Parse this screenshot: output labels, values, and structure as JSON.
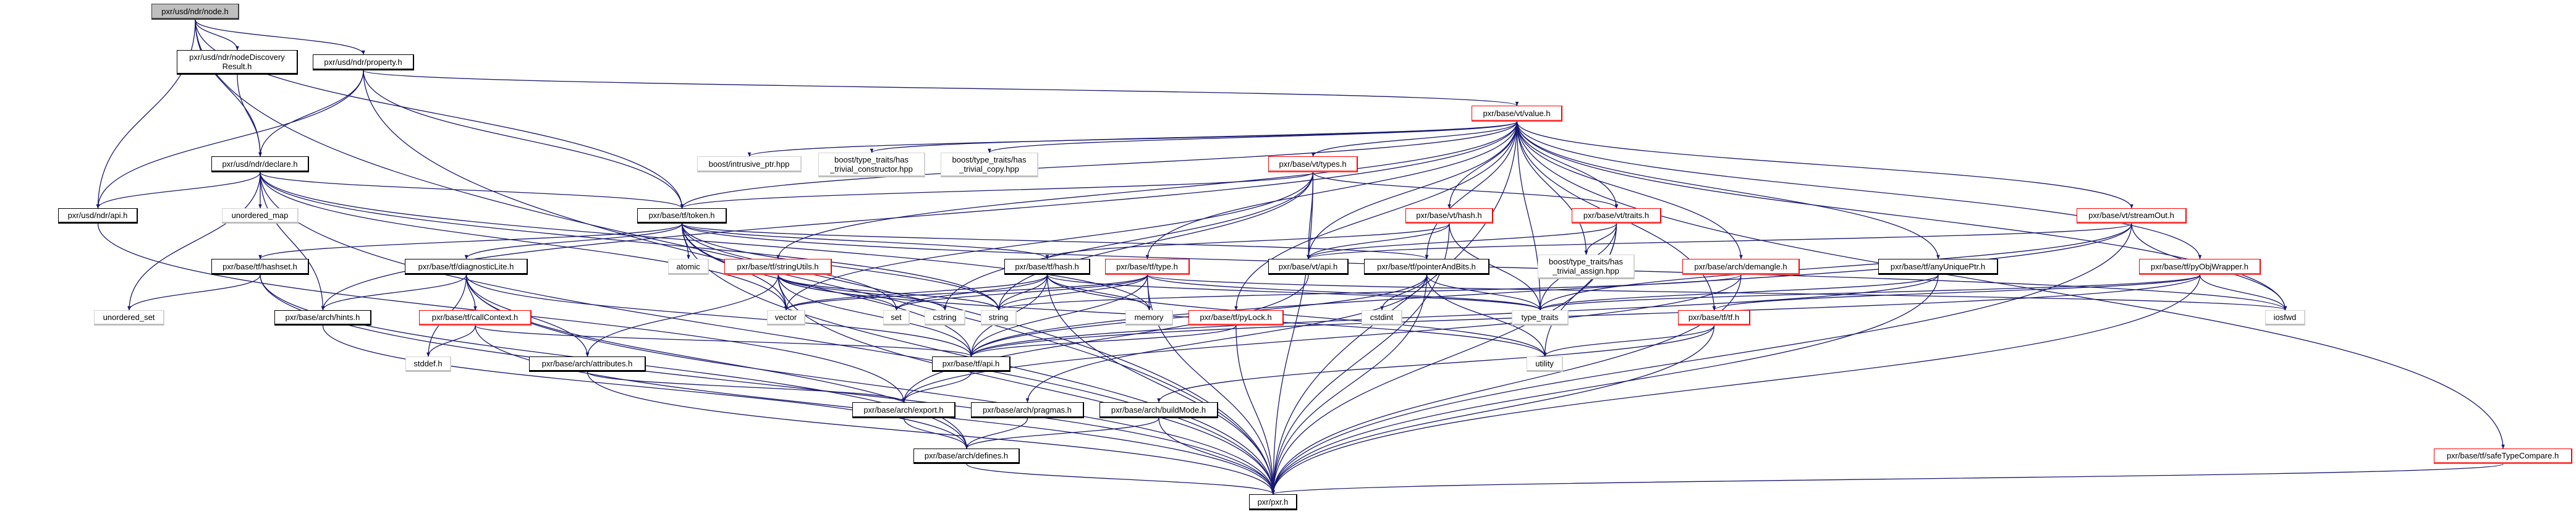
{
  "graph": {
    "title": "pxr/usd/ndr/node.h",
    "edge_color": "#191970",
    "nodes": {
      "node": {
        "label": "pxr/usd/ndr/node.h",
        "style": "root"
      },
      "ndr_disc": {
        "label": "pxr/usd/ndr/nodeDiscovery\nResult.h",
        "style": "normal"
      },
      "property": {
        "label": "pxr/usd/ndr/property.h",
        "style": "normal"
      },
      "declare": {
        "label": "pxr/usd/ndr/declare.h",
        "style": "normal"
      },
      "ndr_api": {
        "label": "pxr/usd/ndr/api.h",
        "style": "normal"
      },
      "unordered_map": {
        "label": "unordered_map",
        "style": "system"
      },
      "token": {
        "label": "pxr/base/tf/token.h",
        "style": "normal"
      },
      "intrusive": {
        "label": "boost/intrusive_ptr.hpp",
        "style": "system"
      },
      "has_ctor": {
        "label": "boost/type_traits/has\n_trivial_constructor.hpp",
        "style": "system"
      },
      "has_copy": {
        "label": "boost/type_traits/has\n_trivial_copy.hpp",
        "style": "system"
      },
      "value": {
        "label": "pxr/base/vt/value.h",
        "style": "truncated"
      },
      "types": {
        "label": "pxr/base/vt/types.h",
        "style": "truncated"
      },
      "vt_hash": {
        "label": "pxr/base/vt/hash.h",
        "style": "truncated"
      },
      "vt_traits": {
        "label": "pxr/base/vt/traits.h",
        "style": "truncated"
      },
      "streamOut": {
        "label": "pxr/base/vt/streamOut.h",
        "style": "truncated"
      },
      "hashset": {
        "label": "pxr/base/tf/hashset.h",
        "style": "normal"
      },
      "diagLite": {
        "label": "pxr/base/tf/diagnosticLite.h",
        "style": "normal"
      },
      "atomic": {
        "label": "atomic",
        "style": "system"
      },
      "stringUtils": {
        "label": "pxr/base/tf/stringUtils.h",
        "style": "truncated"
      },
      "tf_hash": {
        "label": "pxr/base/tf/hash.h",
        "style": "normal"
      },
      "tf_type": {
        "label": "pxr/base/tf/type.h",
        "style": "truncated"
      },
      "vt_api": {
        "label": "pxr/base/vt/api.h",
        "style": "normal"
      },
      "ptrBits": {
        "label": "pxr/base/tf/pointerAndBits.h",
        "style": "normal"
      },
      "has_assign": {
        "label": "boost/type_traits/has\n_trivial_assign.hpp",
        "style": "system"
      },
      "demangle": {
        "label": "pxr/base/arch/demangle.h",
        "style": "truncated"
      },
      "anyUnique": {
        "label": "pxr/base/tf/anyUniquePtr.h",
        "style": "normal"
      },
      "pyObj": {
        "label": "pxr/base/tf/pyObjWrapper.h",
        "style": "truncated"
      },
      "unordered_set": {
        "label": "unordered_set",
        "style": "system"
      },
      "hints": {
        "label": "pxr/base/arch/hints.h",
        "style": "normal"
      },
      "callContext": {
        "label": "pxr/base/tf/callContext.h",
        "style": "truncated"
      },
      "vector": {
        "label": "vector",
        "style": "system"
      },
      "set": {
        "label": "set",
        "style": "system"
      },
      "cstring": {
        "label": "cstring",
        "style": "system"
      },
      "string": {
        "label": "string",
        "style": "system"
      },
      "memory": {
        "label": "memory",
        "style": "system"
      },
      "pyLock": {
        "label": "pxr/base/tf/pyLock.h",
        "style": "truncated"
      },
      "cstdint": {
        "label": "cstdint",
        "style": "system"
      },
      "type_traits": {
        "label": "type_traits",
        "style": "system"
      },
      "tf_tf": {
        "label": "pxr/base/tf/tf.h",
        "style": "truncated"
      },
      "iosfwd": {
        "label": "iosfwd",
        "style": "system"
      },
      "stddef": {
        "label": "stddef.h",
        "style": "system"
      },
      "attributes": {
        "label": "pxr/base/arch/attributes.h",
        "style": "normal"
      },
      "tf_api": {
        "label": "pxr/base/tf/api.h",
        "style": "normal"
      },
      "utility": {
        "label": "utility",
        "style": "system"
      },
      "export": {
        "label": "pxr/base/arch/export.h",
        "style": "normal"
      },
      "pragmas": {
        "label": "pxr/base/arch/pragmas.h",
        "style": "normal"
      },
      "buildMode": {
        "label": "pxr/base/arch/buildMode.h",
        "style": "normal"
      },
      "defines": {
        "label": "pxr/base/arch/defines.h",
        "style": "normal"
      },
      "safeType": {
        "label": "pxr/base/tf/safeTypeCompare.h",
        "style": "truncated"
      },
      "pxr": {
        "label": "pxr/pxr.h",
        "style": "normal"
      }
    },
    "edges": [
      [
        "node",
        "ndr_disc"
      ],
      [
        "node",
        "property"
      ],
      [
        "node",
        "declare"
      ],
      [
        "node",
        "ndr_api"
      ],
      [
        "node",
        "token"
      ],
      [
        "node",
        "pxr"
      ],
      [
        "ndr_disc",
        "declare"
      ],
      [
        "property",
        "value"
      ],
      [
        "property",
        "declare"
      ],
      [
        "property",
        "ndr_api"
      ],
      [
        "property",
        "token"
      ],
      [
        "property",
        "pxr"
      ],
      [
        "declare",
        "ndr_api"
      ],
      [
        "declare",
        "unordered_map"
      ],
      [
        "declare",
        "token"
      ],
      [
        "declare",
        "unordered_set"
      ],
      [
        "declare",
        "string"
      ],
      [
        "declare",
        "vector"
      ],
      [
        "declare",
        "memory"
      ],
      [
        "declare",
        "pxr"
      ],
      [
        "declare",
        "hints"
      ],
      [
        "ndr_api",
        "export"
      ],
      [
        "token",
        "hashset"
      ],
      [
        "token",
        "diagLite"
      ],
      [
        "token",
        "atomic"
      ],
      [
        "token",
        "vector"
      ],
      [
        "token",
        "string"
      ],
      [
        "token",
        "tf_api"
      ],
      [
        "token",
        "tf_hash"
      ],
      [
        "token",
        "ptrBits"
      ],
      [
        "token",
        "iosfwd"
      ],
      [
        "token",
        "pxr"
      ],
      [
        "token",
        "set"
      ],
      [
        "hashset",
        "unordered_set"
      ],
      [
        "hashset",
        "pxr"
      ],
      [
        "hashset",
        "defines"
      ],
      [
        "diagLite",
        "hints"
      ],
      [
        "diagLite",
        "callContext"
      ],
      [
        "diagLite",
        "stddef"
      ],
      [
        "diagLite",
        "attributes"
      ],
      [
        "diagLite",
        "tf_api"
      ],
      [
        "diagLite",
        "pxr"
      ],
      [
        "diagLite",
        "defines"
      ],
      [
        "callContext",
        "stddef"
      ],
      [
        "callContext",
        "tf_api"
      ],
      [
        "callContext",
        "pxr"
      ],
      [
        "hints",
        "defines"
      ],
      [
        "attributes",
        "export"
      ],
      [
        "attributes",
        "pxr"
      ],
      [
        "stringUtils",
        "vector"
      ],
      [
        "stringUtils",
        "set"
      ],
      [
        "stringUtils",
        "string"
      ],
      [
        "stringUtils",
        "cstring"
      ],
      [
        "stringUtils",
        "tf_api"
      ],
      [
        "stringUtils",
        "attributes"
      ],
      [
        "stringUtils",
        "pxr"
      ],
      [
        "stringUtils",
        "utility"
      ],
      [
        "value",
        "intrusive"
      ],
      [
        "value",
        "has_ctor"
      ],
      [
        "value",
        "has_copy"
      ],
      [
        "value",
        "types"
      ],
      [
        "value",
        "vt_hash"
      ],
      [
        "value",
        "vt_traits"
      ],
      [
        "value",
        "vt_api"
      ],
      [
        "value",
        "tf_type"
      ],
      [
        "value",
        "pyLock"
      ],
      [
        "value",
        "stringUtils"
      ],
      [
        "value",
        "ptrBits"
      ],
      [
        "value",
        "demangle"
      ],
      [
        "value",
        "anyUnique"
      ],
      [
        "value",
        "streamOut"
      ],
      [
        "value",
        "pyObj"
      ],
      [
        "value",
        "tf_tf"
      ],
      [
        "value",
        "iosfwd"
      ],
      [
        "value",
        "safeType"
      ],
      [
        "value",
        "pxr"
      ],
      [
        "value",
        "type_traits"
      ],
      [
        "value",
        "has_assign"
      ],
      [
        "value",
        "token"
      ],
      [
        "value",
        "hints"
      ],
      [
        "types",
        "token"
      ],
      [
        "types",
        "string"
      ],
      [
        "types",
        "vt_api"
      ],
      [
        "types",
        "vt_traits"
      ],
      [
        "types",
        "pxr"
      ],
      [
        "types",
        "cstring"
      ],
      [
        "types",
        "vector"
      ],
      [
        "vt_hash",
        "vt_api"
      ],
      [
        "vt_hash",
        "tf_hash"
      ],
      [
        "vt_hash",
        "type_traits"
      ],
      [
        "vt_hash",
        "pxr"
      ],
      [
        "vt_traits",
        "vt_api"
      ],
      [
        "vt_traits",
        "has_assign"
      ],
      [
        "vt_traits",
        "type_traits"
      ],
      [
        "vt_traits",
        "utility"
      ],
      [
        "vt_traits",
        "pxr"
      ],
      [
        "streamOut",
        "vt_api"
      ],
      [
        "streamOut",
        "iosfwd"
      ],
      [
        "streamOut",
        "type_traits"
      ],
      [
        "streamOut",
        "pxr"
      ],
      [
        "streamOut",
        "tf_api"
      ],
      [
        "tf_hash",
        "string"
      ],
      [
        "tf_hash",
        "vector"
      ],
      [
        "tf_hash",
        "set"
      ],
      [
        "tf_hash",
        "memory"
      ],
      [
        "tf_hash",
        "type_traits"
      ],
      [
        "tf_hash",
        "tf_api"
      ],
      [
        "tf_hash",
        "pxr"
      ],
      [
        "tf_hash",
        "utility"
      ],
      [
        "tf_type",
        "tf_api"
      ],
      [
        "tf_type",
        "vector"
      ],
      [
        "tf_type",
        "set"
      ],
      [
        "tf_type",
        "string"
      ],
      [
        "tf_type",
        "memory"
      ],
      [
        "tf_type",
        "type_traits"
      ],
      [
        "tf_type",
        "iosfwd"
      ],
      [
        "tf_type",
        "pxr"
      ],
      [
        "vt_api",
        "export"
      ],
      [
        "ptrBits",
        "cstdint"
      ],
      [
        "ptrBits",
        "type_traits"
      ],
      [
        "ptrBits",
        "utility"
      ],
      [
        "ptrBits",
        "pxr"
      ],
      [
        "ptrBits",
        "pragmas"
      ],
      [
        "ptrBits",
        "tf_api"
      ],
      [
        "pyLock",
        "tf_api"
      ],
      [
        "pyLock",
        "pxr"
      ],
      [
        "tf_api",
        "export"
      ],
      [
        "export",
        "defines"
      ],
      [
        "pragmas",
        "defines"
      ],
      [
        "buildMode",
        "defines"
      ],
      [
        "buildMode",
        "pxr"
      ],
      [
        "defines",
        "pxr"
      ],
      [
        "demangle",
        "string"
      ],
      [
        "demangle",
        "pxr"
      ],
      [
        "demangle",
        "export"
      ],
      [
        "anyUnique",
        "tf_api"
      ],
      [
        "anyUnique",
        "type_traits"
      ],
      [
        "anyUnique",
        "pxr"
      ],
      [
        "pyObj",
        "tf_api"
      ],
      [
        "pyObj",
        "type_traits"
      ],
      [
        "pyObj",
        "iosfwd"
      ],
      [
        "pyObj",
        "pxr"
      ],
      [
        "pyObj",
        "tf_tf"
      ],
      [
        "tf_tf",
        "buildMode"
      ],
      [
        "tf_tf",
        "utility"
      ],
      [
        "tf_tf",
        "pxr"
      ],
      [
        "safeType",
        "pxr"
      ]
    ]
  }
}
